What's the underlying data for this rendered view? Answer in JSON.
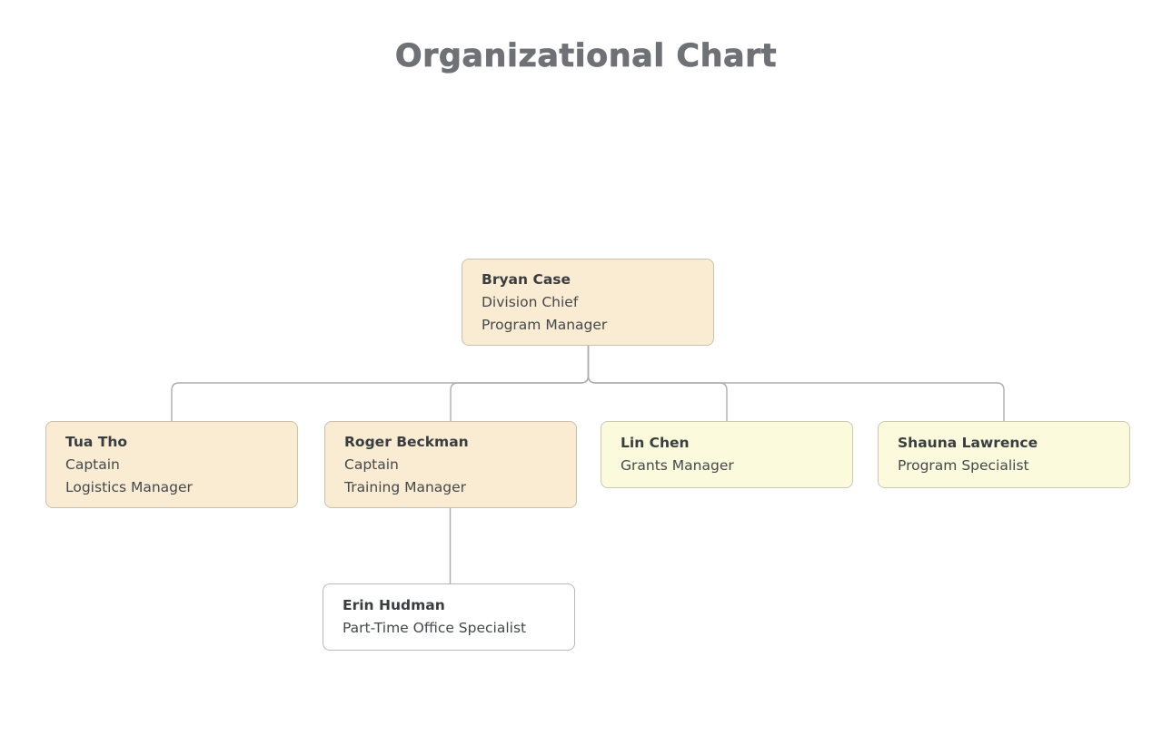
{
  "header": {
    "title": "Organizational Chart"
  },
  "org_chart": {
    "nodes": [
      {
        "name": "Bryan Case",
        "roles": [
          "Division Chief",
          "Program Manager"
        ],
        "level": 1,
        "reports_to": null,
        "color_style": "peach"
      },
      {
        "name": "Tua Tho",
        "roles": [
          "Captain",
          "Logistics Manager"
        ],
        "level": 2,
        "reports_to": "Bryan Case",
        "color_style": "peach"
      },
      {
        "name": "Roger Beckman",
        "roles": [
          "Captain",
          "Training Manager"
        ],
        "level": 2,
        "reports_to": "Bryan Case",
        "color_style": "peach"
      },
      {
        "name": "Lin Chen",
        "roles": [
          "Grants Manager"
        ],
        "level": 2,
        "reports_to": "Bryan Case",
        "color_style": "yellow"
      },
      {
        "name": "Shauna Lawrence",
        "roles": [
          "Program Specialist"
        ],
        "level": 2,
        "reports_to": "Bryan Case",
        "color_style": "yellow"
      },
      {
        "name": "Erin Hudman",
        "roles": [
          "Part-Time Office Specialist"
        ],
        "level": 3,
        "reports_to": "Roger Beckman",
        "color_style": "white"
      }
    ],
    "colors": {
      "title": "#6e7175",
      "name-text": "#3a3d40",
      "role-text": "#45484b",
      "connector": "#aeaeae",
      "node-peach-bg": "#f9ecd3",
      "node-peach-border": "#c9c0ae",
      "node-yellow-bg": "#fbfadd",
      "node-yellow-border": "#cbc9b2",
      "node-white-bg": "#ffffff",
      "node-white-border": "#b9b9b9"
    }
  }
}
